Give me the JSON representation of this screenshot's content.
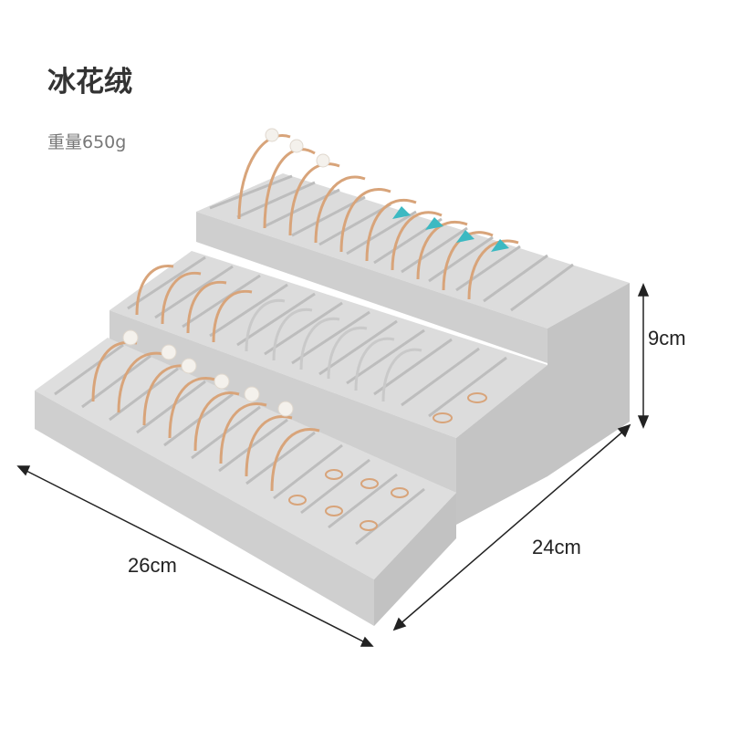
{
  "title": "冰花绒",
  "weight_text": "重量650g",
  "dimensions": {
    "height": "9cm",
    "depth": "24cm",
    "width": "26cm"
  },
  "colors": {
    "velvet_top": "#dedede",
    "velvet_front": "#cfcfcf",
    "velvet_side": "#c2c2c2",
    "groove": "#bdbdbd",
    "gold": "#d8a47a",
    "silver": "#c9c9c9",
    "pearl": "#f4f1ec",
    "turquoise": "#3cb9c2"
  }
}
